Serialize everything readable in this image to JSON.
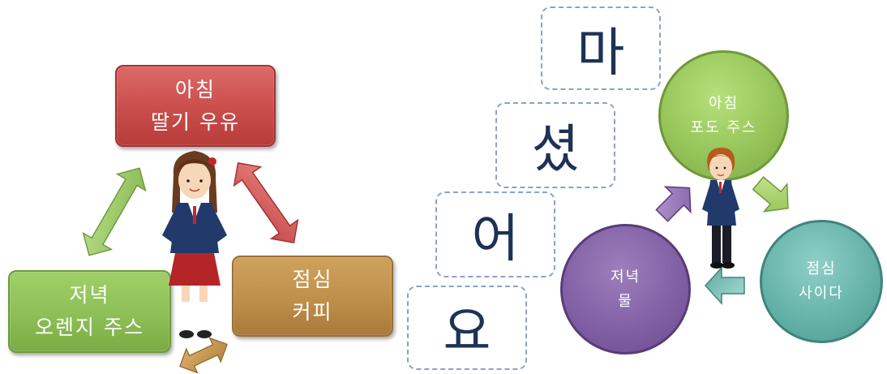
{
  "left_diagram": {
    "breakfast": {
      "line1": "아침",
      "line2": "딸기 우유"
    },
    "lunch": {
      "line1": "점심",
      "line2": "커피"
    },
    "dinner": {
      "line1": "저녁",
      "line2": "오렌지 주스"
    }
  },
  "syllables": [
    "마",
    "셨",
    "어",
    "요"
  ],
  "right_diagram": {
    "breakfast": {
      "line1": "아침",
      "line2": "포도 주스"
    },
    "lunch": {
      "line1": "점심",
      "line2": "사이다"
    },
    "dinner": {
      "line1": "저녁",
      "line2": "물"
    }
  },
  "colors": {
    "red": "#c94d4b",
    "green": "#8dbf56",
    "gold": "#be8f4a",
    "circle_green": "#96c55a",
    "circle_purple": "#7f5ea3",
    "circle_teal": "#66b3a9",
    "syllable_text": "#1e3256",
    "dash_border": "#8aa2c8"
  }
}
